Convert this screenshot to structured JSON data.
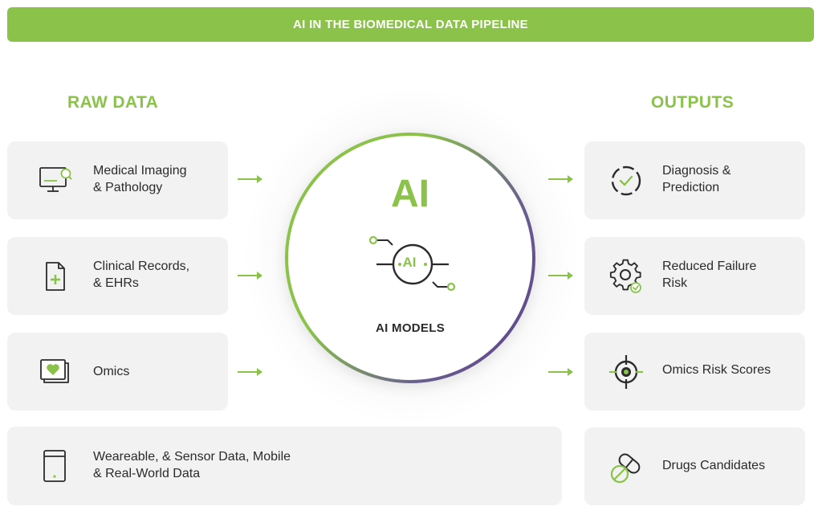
{
  "banner": {
    "title": "AI IN THE BIOMEDICAL DATA PIPELINE"
  },
  "columns": {
    "raw_data": "RAW DATA",
    "outputs": "OUTPUTS"
  },
  "center": {
    "big_label": "AI",
    "icon_label": "AI",
    "caption": "AI MODELS"
  },
  "inputs": [
    {
      "line1": "Medical Imaging",
      "line2": "& Pathology",
      "icon": "monitor-search-icon"
    },
    {
      "line1": "Clinical Records,",
      "line2": "& EHRs",
      "icon": "medical-document-icon"
    },
    {
      "line1": "Omics",
      "line2": "",
      "icon": "heart-gallery-icon"
    },
    {
      "line1": "Weareable, & Sensor Data, Mobile",
      "line2": "& Real-World Data",
      "icon": "tablet-icon"
    }
  ],
  "outputs": [
    {
      "line1": "Diagnosis &",
      "line2": "Prediction",
      "icon": "dashed-check-circle-icon"
    },
    {
      "line1": "Reduced Failure",
      "line2": "Risk",
      "icon": "gear-check-icon"
    },
    {
      "line1": "Omics Risk Scores",
      "line2": "",
      "icon": "target-icon"
    },
    {
      "line1": "Drugs Candidates",
      "line2": "",
      "icon": "pill-blocked-icon"
    }
  ],
  "colors": {
    "accent": "#8ac24a",
    "purple": "#5b3e8c",
    "card_bg": "#f2f2f2",
    "text": "#2b2b2b"
  }
}
